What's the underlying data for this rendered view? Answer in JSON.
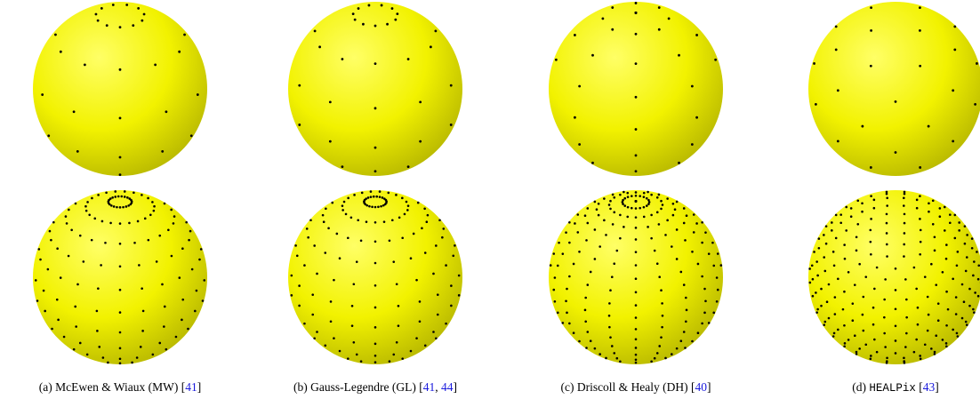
{
  "colors": {
    "sphere_light": "#ffff66",
    "sphere_base": "#f2f200",
    "sphere_shadow": "#b5b500",
    "point": "#000000",
    "citation_link": "#1a1adc"
  },
  "panels": [
    {
      "id": "a",
      "caption": {
        "prefix": "(a) McEwen & Wiaux (MW) [",
        "code": "",
        "refs": [
          "41"
        ],
        "suffix": "]"
      },
      "sampling": "mw"
    },
    {
      "id": "b",
      "caption": {
        "prefix": "(b) Gauss-Legendre (GL) [",
        "code": "",
        "refs": [
          "41",
          "44"
        ],
        "suffix": "]"
      },
      "sampling": "gl"
    },
    {
      "id": "c",
      "caption": {
        "prefix": "(c) Driscoll & Healy (DH) [",
        "code": "",
        "refs": [
          "40"
        ],
        "suffix": "]"
      },
      "sampling": "dh"
    },
    {
      "id": "d",
      "caption": {
        "prefix": "(d) ",
        "code": "HEALPix",
        "refs": [
          "43"
        ],
        "suffix": "]",
        "code_then": " ["
      },
      "sampling": "healpix"
    }
  ],
  "rows": [
    "low-resolution",
    "high-resolution"
  ]
}
